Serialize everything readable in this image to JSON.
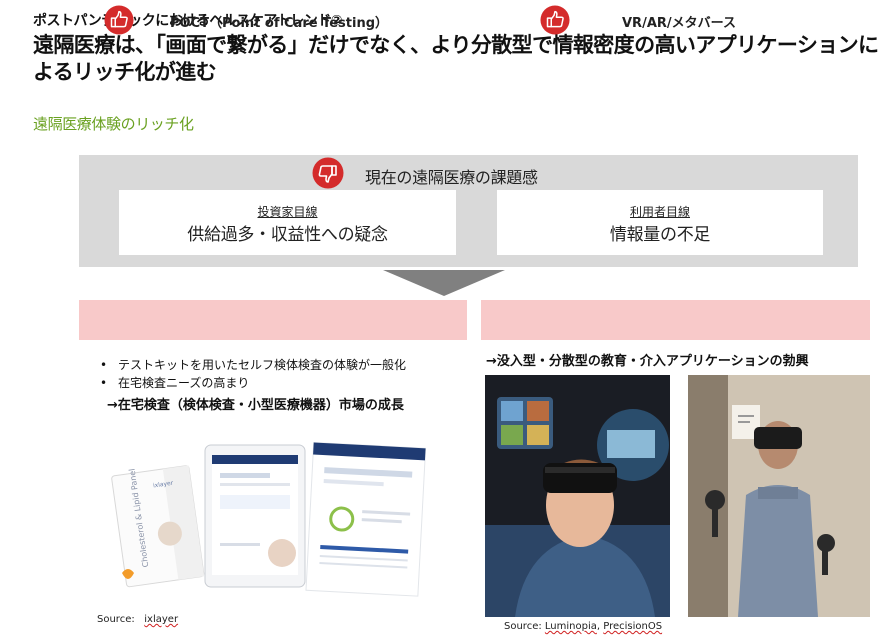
{
  "header": {
    "kicker": "ポストパンデミックにおけるヘルスケアトレンド②",
    "headline": "遠隔医療は、「画面で繋がる」だけでなく、より分散型で情報密度の高いアプリケーションによるリッチ化が進む",
    "section_title": "遠隔医療体験のリッチ化"
  },
  "issues": {
    "title": "現在の遠隔医療の課題感",
    "icon": "thumbs-down-icon",
    "investor": {
      "label": "投資家目線",
      "text": "供給過多・収益性への疑念"
    },
    "user": {
      "label": "利用者目線",
      "text": "情報量の不足"
    }
  },
  "poct": {
    "title": "POCT（Point of Care Testing）",
    "icon": "thumbs-up-icon",
    "bullets": [
      "テストキットを用いたセルフ検体検査の体験が一般化",
      "在宅検査ニーズの高まり"
    ],
    "conclusion": "→在宅検査（検体検査・小型医療機器）市場の成長",
    "image_texts": {
      "kit": "Cholesterol & Lipid Panel",
      "logo": "ixlayer"
    },
    "source_label": "Source:",
    "source_name": "ixlayer"
  },
  "vr": {
    "title": "VR/AR/メタバース",
    "icon": "thumbs-up-icon",
    "conclusion": "→没入型・分散型の教育・介入アプリケーションの勃興",
    "source_label": "Source:",
    "source_name_1": "Luminopia",
    "source_name_2": "PrecisionOS"
  },
  "colors": {
    "accent_red": "#d42b2b",
    "pink_bar": "#f8c9c9",
    "grey_panel": "#d9d9d9",
    "section_green": "#6aa121"
  }
}
